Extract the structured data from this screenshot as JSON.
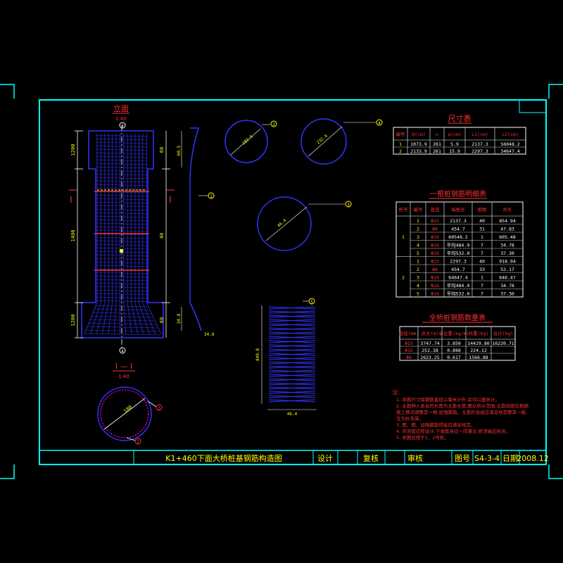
{
  "colors": {
    "frame": "#00ffff",
    "blue": "#3333ff",
    "red": "#ff3030",
    "yellow": "#ffff00",
    "green": "#00ff00",
    "white": "#ffffff",
    "magenta": "#ff00ff"
  },
  "elevation": {
    "title": "立面",
    "scale": "1:40",
    "dims_left": [
      "1200",
      "1400",
      "1200"
    ],
    "dims_right": [
      "60",
      "40",
      "60"
    ],
    "marker_top": "4",
    "marker_bottom": "4"
  },
  "section": {
    "title": "I — I",
    "scale": "1:40",
    "cut_label": "I",
    "callouts": [
      "3",
      "2"
    ],
    "dim": "180"
  },
  "bar_details": [
    {
      "callout": "1",
      "dims": [
        "60.5",
        "34.8",
        "34.8"
      ]
    },
    {
      "callout": "2",
      "dims": [
        "182.5"
      ]
    },
    {
      "callout": "3",
      "dims": [
        "46.4"
      ]
    },
    {
      "callout": "4",
      "dims": [
        "232.6"
      ]
    },
    {
      "callout": "5",
      "dims": [
        "849.8"
      ]
    }
  ],
  "dim_table": {
    "title": "尺寸表",
    "headers": [
      "编号",
      "D(cm)",
      "n",
      "a(cm)",
      "L1(cm)",
      "L2(cm)"
    ],
    "rows": [
      [
        "1",
        "1073.9",
        "261",
        "5.9",
        "2137.3",
        "56048.2"
      ],
      [
        "2",
        "2133.9",
        "261",
        "15.9",
        "2297.3",
        "34647.4"
      ]
    ]
  },
  "rebar_table": {
    "title": "一根桩钢筋明细表",
    "headers": [
      "桩号",
      "编号",
      "直径",
      "每根长",
      "根数",
      "共长"
    ],
    "groups": [
      {
        "pile": "1",
        "rows": [
          [
            "1",
            "Φ25",
            "2137.3",
            "40",
            "854.94"
          ],
          [
            "2",
            "Φ8",
            "454.7",
            "31",
            "47.83"
          ],
          [
            "3",
            "Φ10",
            "60548.2",
            "1",
            "605.48"
          ],
          [
            "4",
            "Φ16",
            "平均484.9",
            "7",
            "34.78"
          ],
          [
            "5",
            "Φ16",
            "平均532.0",
            "7",
            "37.30"
          ]
        ]
      },
      {
        "pile": "2",
        "rows": [
          [
            "1",
            "Φ25",
            "2297.3",
            "40",
            "918.94"
          ],
          [
            "2",
            "Φ8",
            "454.7",
            "33",
            "52.17"
          ],
          [
            "3",
            "Φ10",
            "64647.4",
            "1",
            "646.47"
          ],
          [
            "4",
            "Φ16",
            "平均484.9",
            "7",
            "34.78"
          ],
          [
            "5",
            "Φ16",
            "平均532.0",
            "7",
            "37.30"
          ]
        ]
      }
    ]
  },
  "total_table": {
    "title": "全桥桩钢筋数量表",
    "headers": [
      "直径(mm)",
      "总长(m)",
      "单位重(kg/m)",
      "共重(kg)",
      "合计(kg)"
    ],
    "rows": [
      [
        "Φ25",
        "3747.74",
        "3.850",
        "14429.80",
        "16220.71"
      ],
      [
        "Φ16",
        "252.38",
        "0.888",
        "224.12",
        ""
      ],
      [
        "Φ8",
        "2623.25",
        "0.617",
        "1566.88",
        ""
      ]
    ]
  },
  "notes": {
    "title": "注:",
    "items": [
      "1. 本图尺寸除钢筋直径以毫米计外,余均以厘米计。",
      "2. 主筋伸入承台的长度为主筋长度,图示所示范围,主筋间距应根据",
      "   施工情况调整定一根,加强箍筋。主筋的连接应满足规范要求一级,",
      "   互为补充单。",
      "3. 图、图、加强箍筋焊接应满足规范。",
      "4. 声测管应按设计,下端管身应一同灌注,桩顶端应封闭。",
      "5. 本图适用于1、2号桩。"
    ]
  },
  "title_block": {
    "drawing_title": "K1+460下面大桥桩基钢筋构造图",
    "design": "设计",
    "review": "复核",
    "approve": "审核",
    "drawing_no_label": "图号",
    "drawing_no": "S4-3-4",
    "date_label": "日期",
    "date": "2008.12"
  }
}
